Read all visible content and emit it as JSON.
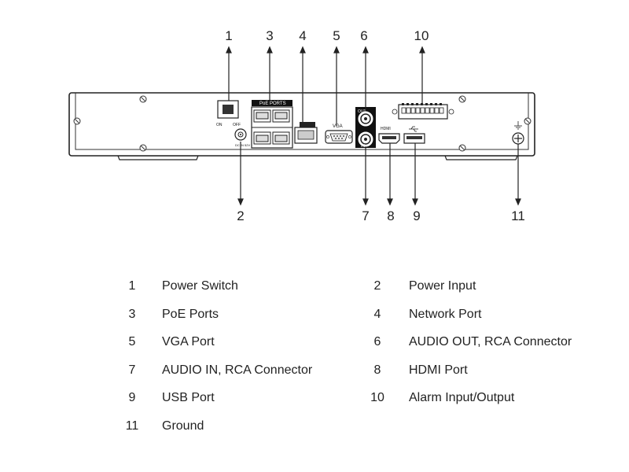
{
  "panel": {
    "poe_ports_label": "PoE PORTS",
    "vga_label": "VGA",
    "on_label": "ON",
    "off_label": "OFF",
    "out_label": "OUT",
    "in_label": "IN",
    "hdmi_label": "HDMI",
    "dc_label": "DC IN 52V"
  },
  "callouts": [
    {
      "id": "1",
      "label": "1"
    },
    {
      "id": "2",
      "label": "2"
    },
    {
      "id": "3",
      "label": "3"
    },
    {
      "id": "4",
      "label": "4"
    },
    {
      "id": "5",
      "label": "5"
    },
    {
      "id": "6",
      "label": "6"
    },
    {
      "id": "7",
      "label": "7"
    },
    {
      "id": "8",
      "label": "8"
    },
    {
      "id": "9",
      "label": "9"
    },
    {
      "id": "10",
      "label": "10"
    },
    {
      "id": "11",
      "label": "11"
    }
  ],
  "legend": [
    {
      "num": "1",
      "label": "Power Switch"
    },
    {
      "num": "2",
      "label": "Power Input"
    },
    {
      "num": "3",
      "label": "PoE Ports"
    },
    {
      "num": "4",
      "label": "Network Port"
    },
    {
      "num": "5",
      "label": "VGA Port"
    },
    {
      "num": "6",
      "label": "AUDIO OUT, RCA Connector"
    },
    {
      "num": "7",
      "label": "AUDIO IN, RCA Connector"
    },
    {
      "num": "8",
      "label": "HDMI Port"
    },
    {
      "num": "9",
      "label": "USB Port"
    },
    {
      "num": "10",
      "label": "Alarm Input/Output"
    },
    {
      "num": "11",
      "label": "Ground"
    }
  ]
}
